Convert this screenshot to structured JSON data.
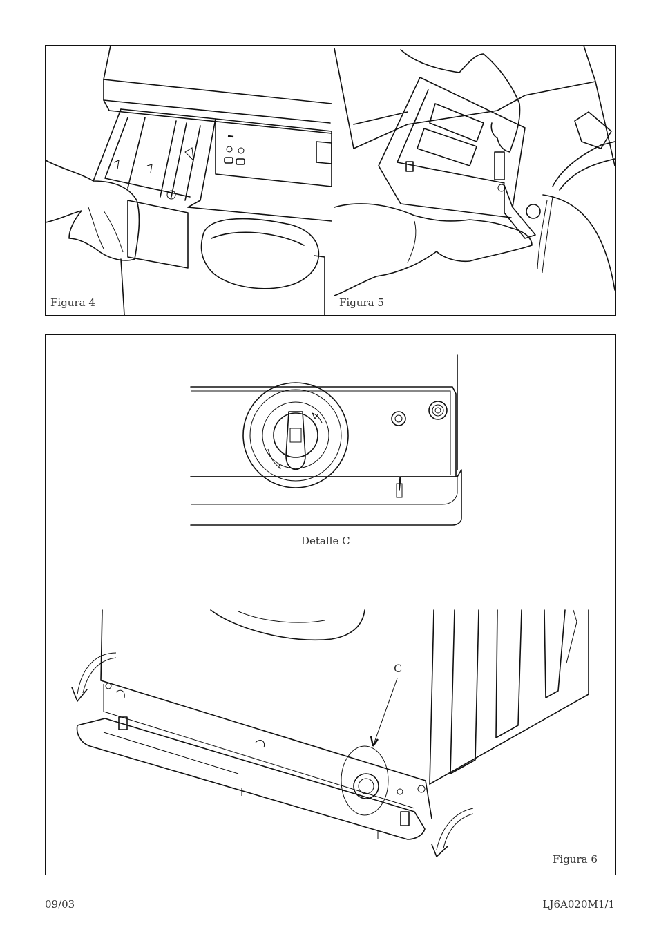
{
  "figures": {
    "fig4": {
      "caption": "Figura 4"
    },
    "fig5": {
      "caption": "Figura 5"
    },
    "fig6": {
      "caption": "Figura 6",
      "detail_caption": "Detalle C",
      "callout_label": "C"
    }
  },
  "footer": {
    "date": "09/03",
    "code": "LJ6A020M1/1"
  }
}
